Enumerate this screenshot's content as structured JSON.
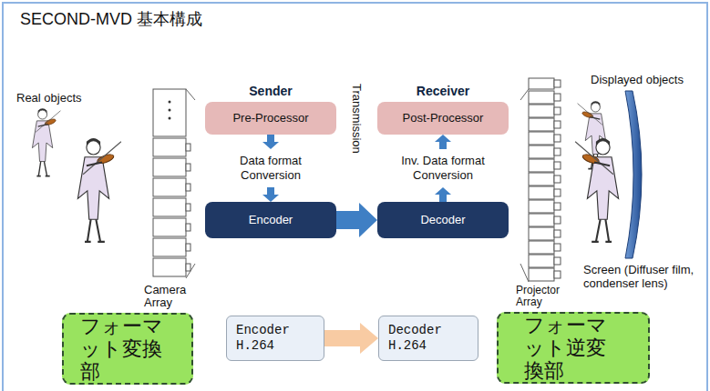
{
  "diagram": {
    "title": "SECOND-MVD 基本構成",
    "nodes": [
      {
        "text": [
          "Sender"
        ]
      },
      {
        "text": [
          "Pre-Processor"
        ],
        "in": 0
      },
      {
        "text": [
          "Data format Conversion"
        ],
        "in": 0
      },
      {
        "text": [
          "Encoder"
        ],
        "in": 0
      },
      {
        "text": [
          "Receiver"
        ]
      },
      {
        "text": [
          "Post-Processor"
        ],
        "in": 4
      },
      {
        "text": [
          "Inv. Data format Conversion"
        ],
        "in": 4
      },
      {
        "text": [
          "Decoder"
        ],
        "in": 4
      },
      {
        "text": [
          "フォーマット変換部"
        ]
      },
      {
        "text": [
          "Encoder H.264"
        ]
      },
      {
        "text": [
          "Decoder H.264"
        ]
      },
      {
        "text": [
          "フォーマット逆変換部"
        ]
      }
    ],
    "edges": [
      {
        "from": 1,
        "to": 2,
        "arrow": "to"
      },
      {
        "from": 2,
        "to": 3,
        "arrow": "to"
      },
      {
        "from": 3,
        "to": 7,
        "arrow": "to"
      },
      {
        "from": 7,
        "to": 6,
        "arrow": "to"
      },
      {
        "from": 6,
        "to": 5,
        "arrow": "to"
      },
      {
        "from": 9,
        "to": 10,
        "arrow": "to"
      }
    ],
    "labels": [
      "Real objects",
      "Camera Array",
      "Transmission",
      "Projector Array",
      "Displayed objects",
      "Screen (Diffuser film, condenser lens)"
    ]
  }
}
